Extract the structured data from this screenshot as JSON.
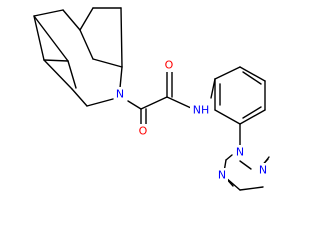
{
  "molecule": {
    "colors": {
      "bond": "#000000",
      "O": "#ff0000",
      "N": "#0000ff",
      "background": "#ffffff"
    },
    "atoms": [
      {
        "id": "N1",
        "label": "N"
      },
      {
        "id": "O1",
        "label": "O"
      },
      {
        "id": "O2",
        "label": "O"
      },
      {
        "id": "NH",
        "label": "NH"
      },
      {
        "id": "N2",
        "label": "N"
      },
      {
        "id": "N3",
        "label": "N"
      },
      {
        "id": "N4",
        "label": "N"
      }
    ]
  }
}
